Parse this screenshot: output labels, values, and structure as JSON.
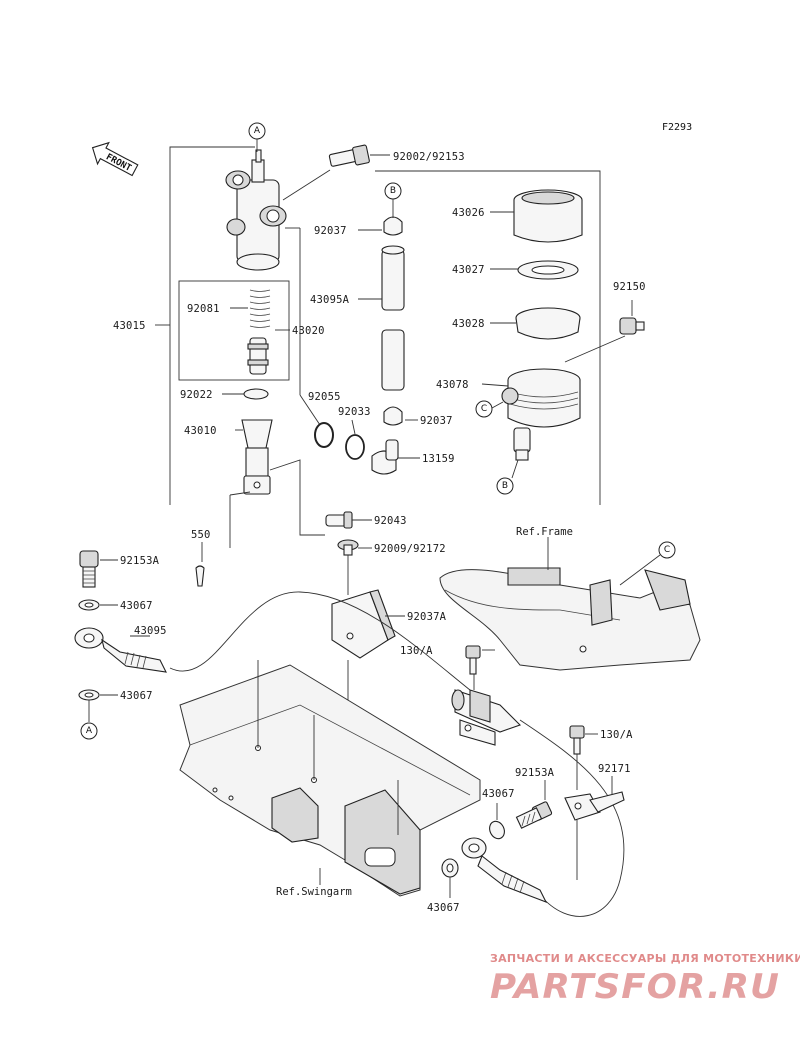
{
  "diagram_code": "F2293",
  "front_label": "FRONT",
  "part_numbers": {
    "p92002": "92002/92153",
    "p43026": "43026",
    "p92037_top": "92037",
    "p43027": "43027",
    "p43095A": "43095A",
    "p43028": "43028",
    "p92150": "92150",
    "p43015": "43015",
    "p92081": "92081",
    "p43020": "43020",
    "p92022": "92022",
    "p92055": "92055",
    "p92033": "92033",
    "p92037_mid": "92037",
    "p43078": "43078",
    "p43010": "43010",
    "p13159": "13159",
    "p92043": "92043",
    "p550": "550",
    "p92009": "92009/92172",
    "p92153A_left": "92153A",
    "p43067_a": "43067",
    "p92037A": "92037A",
    "p43095": "43095",
    "p130A_a": "130/A",
    "p43067_b": "43067",
    "p130A_b": "130/A",
    "p92153A_right": "92153A",
    "p92171": "92171",
    "p43067_c": "43067",
    "p43067_d": "43067"
  },
  "references": {
    "frame": "Ref.Frame",
    "swingarm": "Ref.Swingarm"
  },
  "callouts": {
    "a_top": "A",
    "b_top": "B",
    "c_mid": "C",
    "b_bottom": "B",
    "c_frame": "C",
    "a_bottom": "A"
  },
  "watermark": {
    "line1": "ЗАПЧАСТИ И АКСЕССУАРЫ ДЛЯ МОТОТЕХНИКИ",
    "line2": "PARTSFOR.RU"
  }
}
